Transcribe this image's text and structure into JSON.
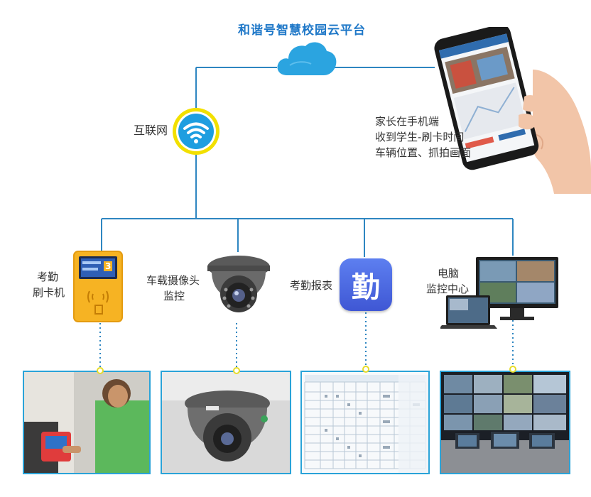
{
  "platform": {
    "title": "和谐号智慧校园云平台"
  },
  "internet": {
    "label": "互联网"
  },
  "parent_phone": {
    "lines": [
      "家长在手机端",
      "收到学生-刷卡时间",
      "车辆位置、抓拍画面"
    ]
  },
  "devices": {
    "card_reader": {
      "label_line1": "考勤",
      "label_line2": "刷卡机",
      "screen_digit": "3"
    },
    "camera": {
      "label_line1": "车载摄像头",
      "label_line2": "监控"
    },
    "report": {
      "label": "考勤报表",
      "icon_text": "勤"
    },
    "computer": {
      "label_line1": "电脑",
      "label_line2": "监控中心"
    }
  },
  "colors": {
    "line": "#2e86c1",
    "title": "#1f78c8",
    "cloud": "#2ba4e0",
    "wifi": "#1e9ee0",
    "wifi_ring": "#f2e000",
    "reader": "#f6b323",
    "report_icon": "#4a69e0",
    "photo_border": "#2aa3d8"
  }
}
